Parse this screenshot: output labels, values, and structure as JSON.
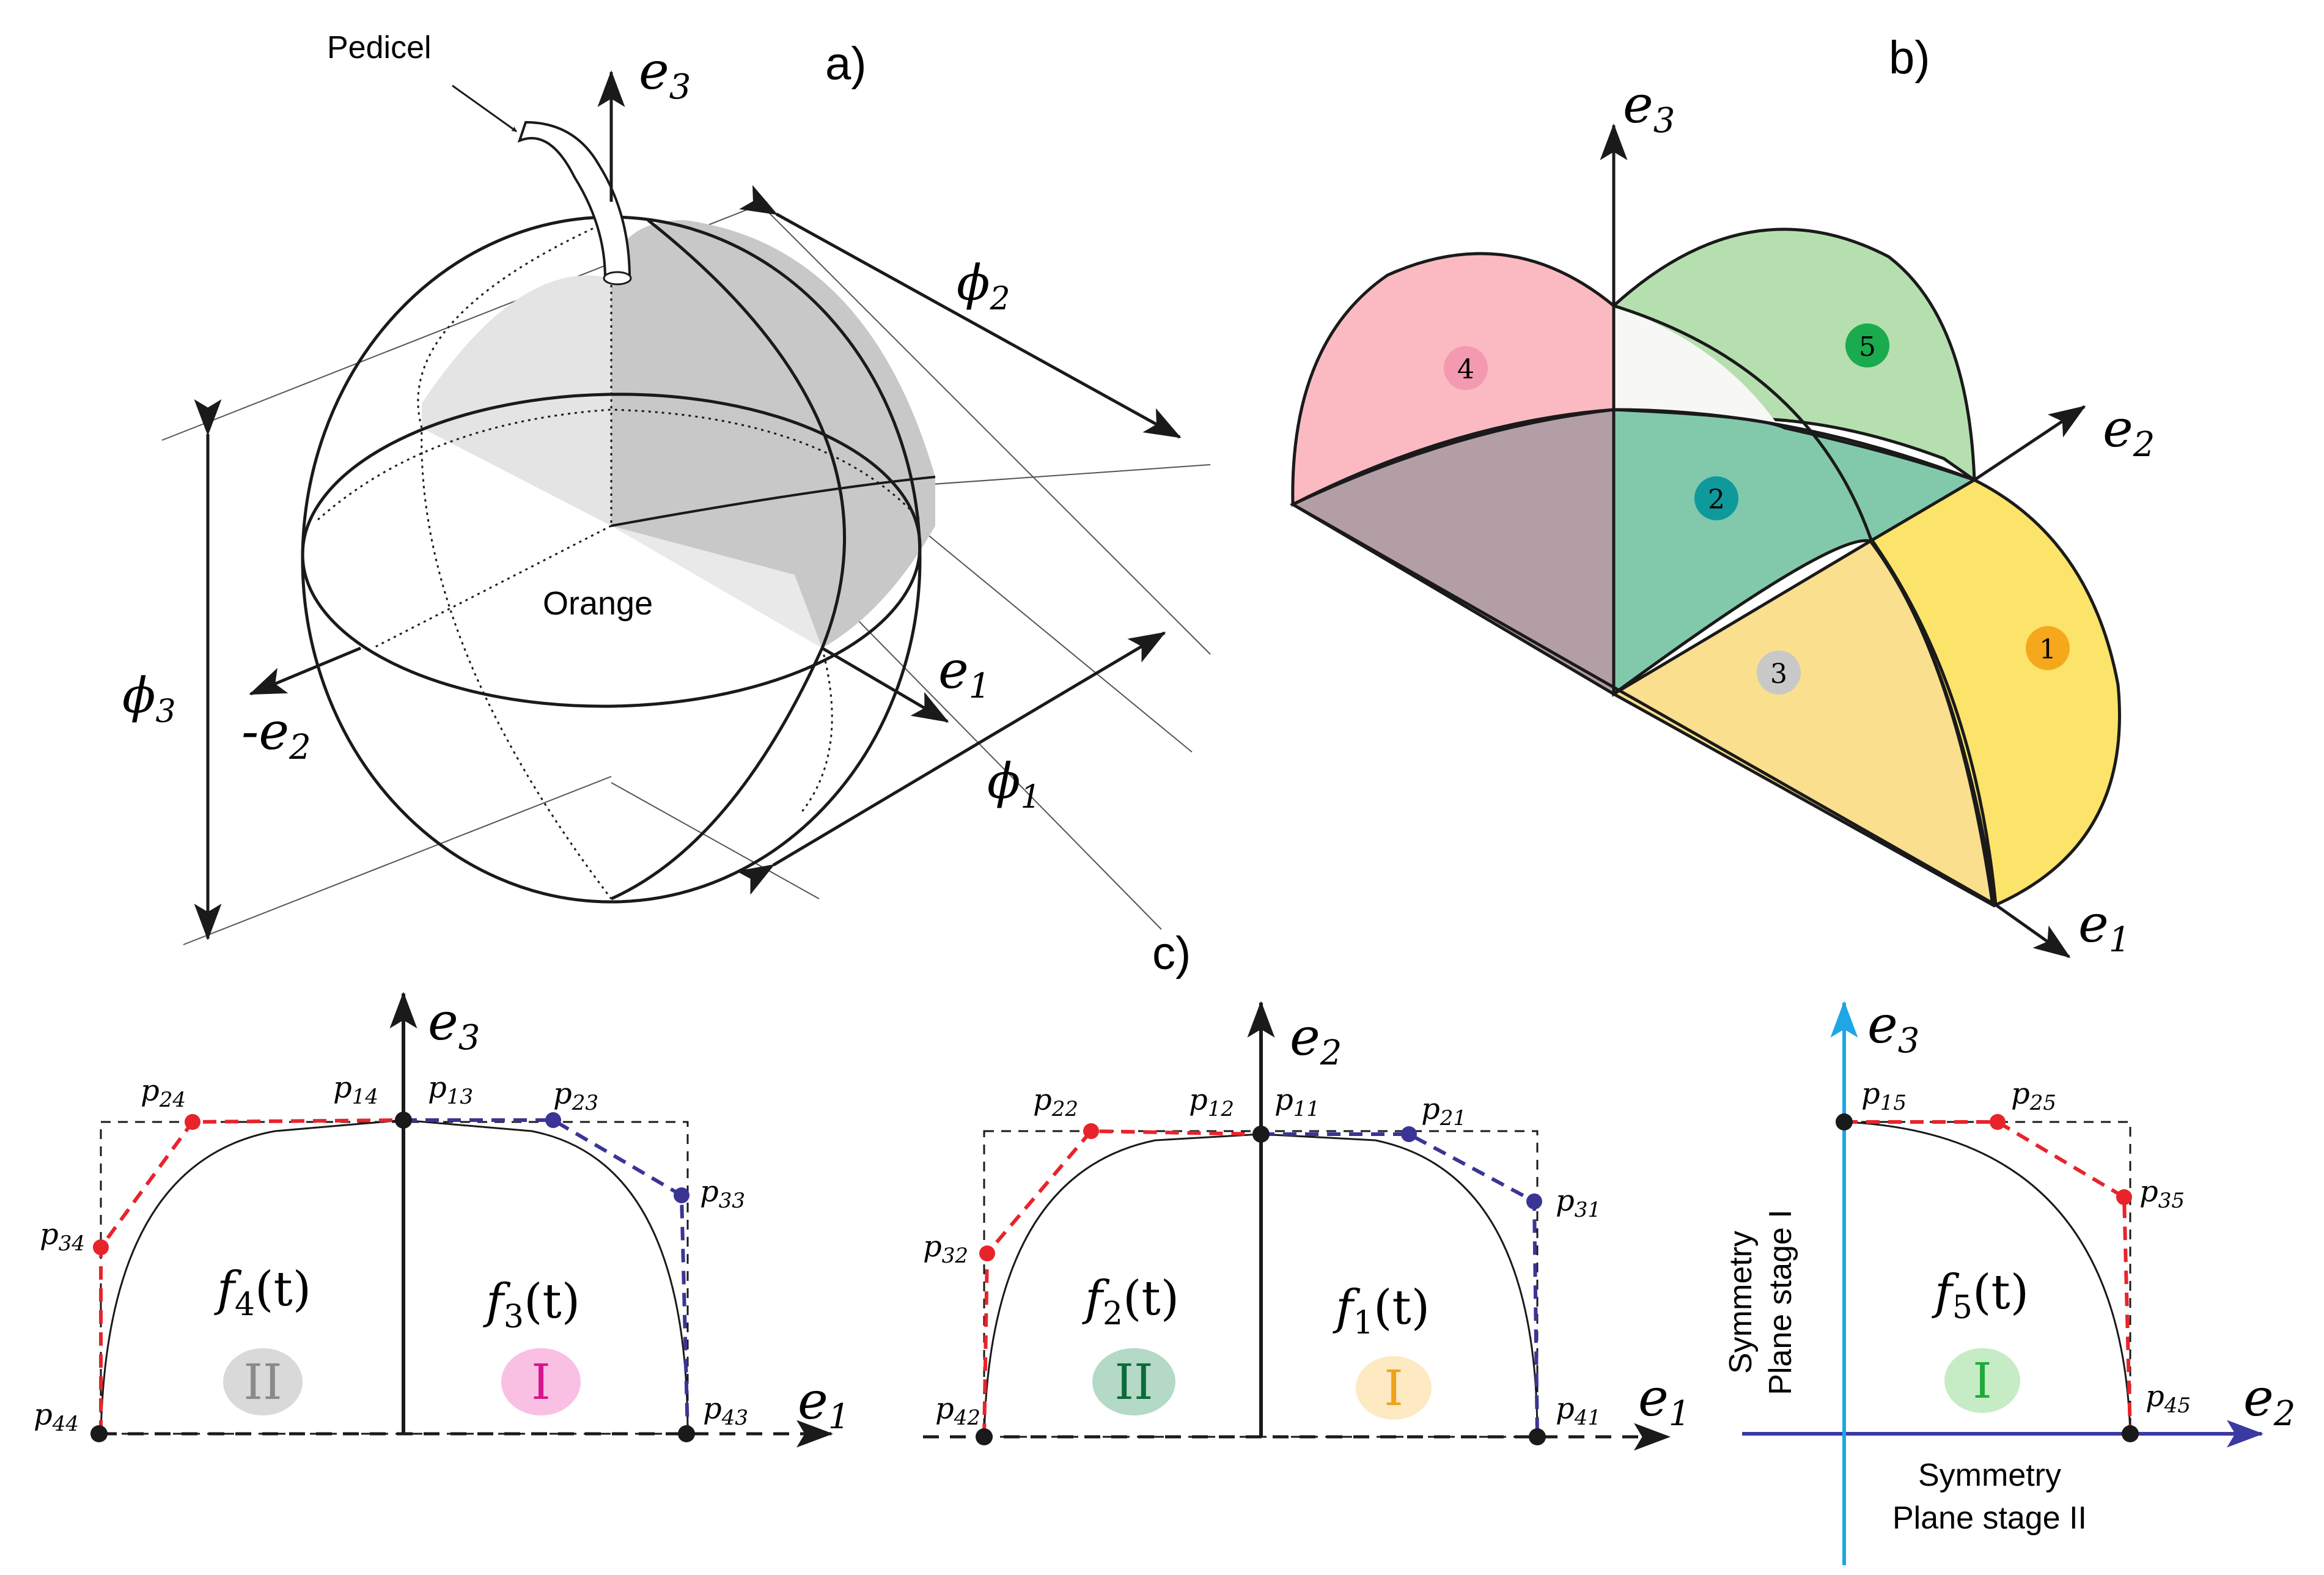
{
  "panels": {
    "a": {
      "label": "a)",
      "pedicel": "Pedicel",
      "orange": "Orange",
      "axes": {
        "e3": "e",
        "e3_sub": "3",
        "e1": "e",
        "e1_sub": "1",
        "neg_e2": "-e",
        "neg_e2_sub": "2"
      },
      "dims": {
        "phi1": "ϕ",
        "phi1_sub": "1",
        "phi2": "ϕ",
        "phi2_sub": "2",
        "phi3": "ϕ",
        "phi3_sub": "3"
      }
    },
    "b": {
      "label": "b)",
      "axes": {
        "e3": "e",
        "e3_sub": "3",
        "e2": "e",
        "e2_sub": "2",
        "e1": "e",
        "e1_sub": "1"
      },
      "regions": [
        {
          "num": "1",
          "color": "#f5a81c"
        },
        {
          "num": "2",
          "color": "#0e9a9a"
        },
        {
          "num": "3",
          "color": "#c8c8c8"
        },
        {
          "num": "4",
          "color": "#f39ab0"
        },
        {
          "num": "5",
          "color": "#1aab4e"
        }
      ],
      "fills": {
        "yellow": "#fce36a",
        "yellow_light": "#f9df8e",
        "teal": "#82c9ac",
        "mauve": "#b49ea6",
        "pink": "#fbbac2",
        "green": "#b6dfb0",
        "white": "#f7f7f5"
      }
    },
    "c": {
      "label": "c)",
      "plot1": {
        "axis_v": "e",
        "axis_v_sub": "3",
        "axis_h": "e",
        "axis_h_sub": "1",
        "fl": "f",
        "fl_sub": "4",
        "fl_arg": "(t)",
        "fr": "f",
        "fr_sub": "3",
        "fr_arg": "(t)",
        "stage_l": "II",
        "stage_r": "I",
        "stage_l_color": "#d9d9d9",
        "stage_r_color": "#f9c0e4",
        "stage_l_text": "#8a8a8a",
        "stage_r_text": "#d6158c",
        "points": {
          "p14": "p",
          "p14_sub": "14",
          "p13": "p",
          "p13_sub": "13",
          "p24": "p",
          "p24_sub": "24",
          "p23": "p",
          "p23_sub": "23",
          "p34": "p",
          "p34_sub": "34",
          "p33": "p",
          "p33_sub": "33",
          "p44": "p",
          "p44_sub": "44",
          "p43": "p",
          "p43_sub": "43"
        }
      },
      "plot2": {
        "axis_v": "e",
        "axis_v_sub": "2",
        "axis_h": "e",
        "axis_h_sub": "1",
        "fl": "f",
        "fl_sub": "2",
        "fl_arg": "(t)",
        "fr": "f",
        "fr_sub": "1",
        "fr_arg": "(t)",
        "stage_l": "II",
        "stage_r": "I",
        "stage_l_color": "#b4d9c6",
        "stage_r_color": "#fde9c2",
        "stage_l_text": "#0b6a3a",
        "stage_r_text": "#f0a21a",
        "points": {
          "p12": "p",
          "p12_sub": "12",
          "p11": "p",
          "p11_sub": "11",
          "p22": "p",
          "p22_sub": "22",
          "p21": "p",
          "p21_sub": "21",
          "p32": "p",
          "p32_sub": "32",
          "p31": "p",
          "p31_sub": "31",
          "p42": "p",
          "p42_sub": "42",
          "p41": "p",
          "p41_sub": "41"
        }
      },
      "plot3": {
        "axis_v": "e",
        "axis_v_sub": "3",
        "axis_h": "e",
        "axis_h_sub": "2",
        "f": "f",
        "f_sub": "5",
        "f_arg": "(t)",
        "stage": "I",
        "stage_color": "#c6ecc6",
        "stage_text": "#1faa3c",
        "sym1_line1": "Symmetry",
        "sym1_line2": "Plane stage I",
        "sym2_line1": "Symmetry",
        "sym2_line2": "Plane stage II",
        "axis_v_color": "#1ea6e6",
        "axis_h_color": "#3a3aa0",
        "points": {
          "p15": "p",
          "p15_sub": "15",
          "p25": "p",
          "p25_sub": "25",
          "p35": "p",
          "p35_sub": "35",
          "p45": "p",
          "p45_sub": "45"
        }
      }
    }
  },
  "colors": {
    "red_ctrl": "#e8242b",
    "blue_ctrl": "#3a3594",
    "black": "#1a1a1a"
  }
}
